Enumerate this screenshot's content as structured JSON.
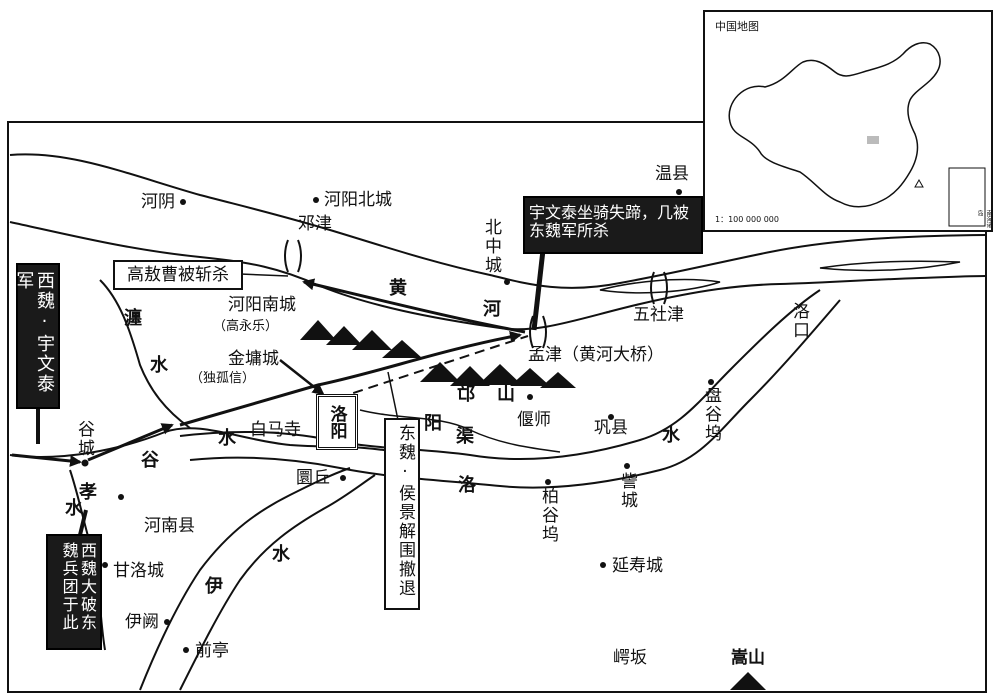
{
  "places": [
    {
      "id": "heyin",
      "label": "河阴"
    },
    {
      "id": "heyang_north",
      "label": "河阳北城"
    },
    {
      "id": "dengjin",
      "label": "邓津"
    },
    {
      "id": "beizhong",
      "label": "北中城"
    },
    {
      "id": "wenxian",
      "label": "温县"
    },
    {
      "id": "heyang_south",
      "label": "河阳南城"
    },
    {
      "id": "gao_yongle",
      "label": "（高永乐）"
    },
    {
      "id": "jinyong",
      "label": "金墉城"
    },
    {
      "id": "dugu_xin",
      "label": "（独孤信）"
    },
    {
      "id": "baimasi",
      "label": "白马寺"
    },
    {
      "id": "mengjin",
      "label": "孟津（黄河大桥）"
    },
    {
      "id": "wushejin",
      "label": "五社津"
    },
    {
      "id": "luokou",
      "label": "洛口"
    },
    {
      "id": "yanshi",
      "label": "偃师"
    },
    {
      "id": "gongxian",
      "label": "巩县"
    },
    {
      "id": "pangu",
      "label": "盘谷坞"
    },
    {
      "id": "gucheng",
      "label": "谷城"
    },
    {
      "id": "huanqiu",
      "label": "圜丘"
    },
    {
      "id": "baigu",
      "label": "柏谷坞"
    },
    {
      "id": "zicheng",
      "label": "訾城"
    },
    {
      "id": "henan",
      "label": "河南县"
    },
    {
      "id": "ganluo",
      "label": "甘洛城"
    },
    {
      "id": "yanshou",
      "label": "延寿城"
    },
    {
      "id": "yique",
      "label": "伊阙"
    },
    {
      "id": "qianting",
      "label": "前亭"
    },
    {
      "id": "eban",
      "label": "崿坂"
    },
    {
      "id": "songshan",
      "label": "嵩山"
    }
  ],
  "luoyang": "洛阳",
  "water_labels": {
    "huang": "黄",
    "he": "河",
    "chan": "瀍",
    "chan_shui": "水",
    "gu": "谷",
    "gu_shui": "水",
    "yangqu_yang": "阳",
    "yangqu_qu": "渠",
    "luo": "洛",
    "luo_shui": "水",
    "xiao": "孝",
    "xiao_shui": "水",
    "yi": "伊",
    "yi_shui": "水",
    "mang": "邙",
    "shan": "山"
  },
  "boxes": {
    "western_wei_army": "西魏·宇文泰军",
    "gao_aocao": "高敖曹被斩杀",
    "yuwen_tai": "宇文泰坐骑失蹄，几被东魏军所杀",
    "hou_jing": "东魏·侯景解围撤退",
    "wei_defeat": "西魏大破东魏兵团于此"
  },
  "inset": {
    "title": "中国地图",
    "scale": "1：100 000 000",
    "south_sea": "南海诸岛"
  }
}
